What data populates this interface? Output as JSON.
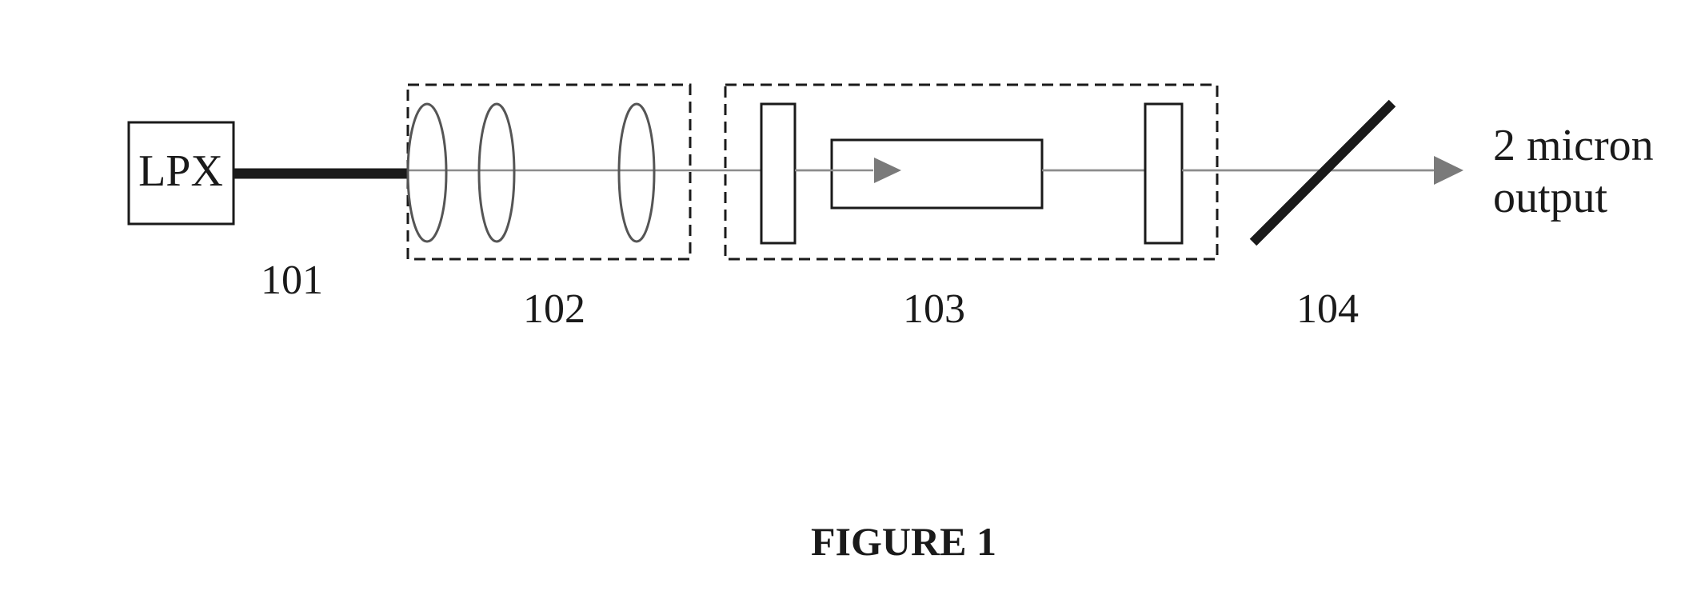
{
  "diagram": {
    "source_label": "LPX",
    "labels": {
      "laser_source": "101",
      "lens_group": "102",
      "resonator": "103",
      "output_mirror": "104"
    },
    "output_text": {
      "line1": "2 micron",
      "line2": "output"
    },
    "caption": "FIGURE 1"
  },
  "colors": {
    "line": "#1a1a1a",
    "beam": "#8c8c8c",
    "arrow": "#7a7a7a",
    "background": "#ffffff"
  }
}
